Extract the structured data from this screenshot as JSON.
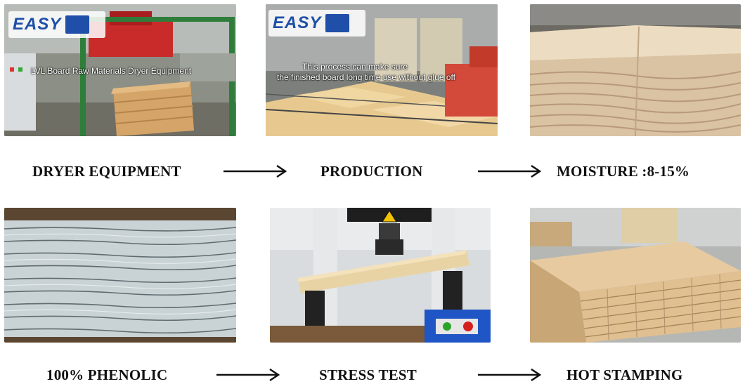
{
  "row1": {
    "labels": [
      "DRYER EQUIPMENT",
      "PRODUCTION",
      "MOISTURE :8-15%"
    ]
  },
  "row2": {
    "labels": [
      "100% PHENOLIC",
      "STRESS TEST",
      "HOT STAMPING"
    ]
  },
  "photos": {
    "dryer": {
      "logo_text": "EASY",
      "caption": "LVL Board  Raw Materials Dryer Equipment"
    },
    "production": {
      "logo_text": "EASY",
      "caption_line1": "This process can make sure",
      "caption_line2": "the finished board long time use without glue off"
    }
  }
}
